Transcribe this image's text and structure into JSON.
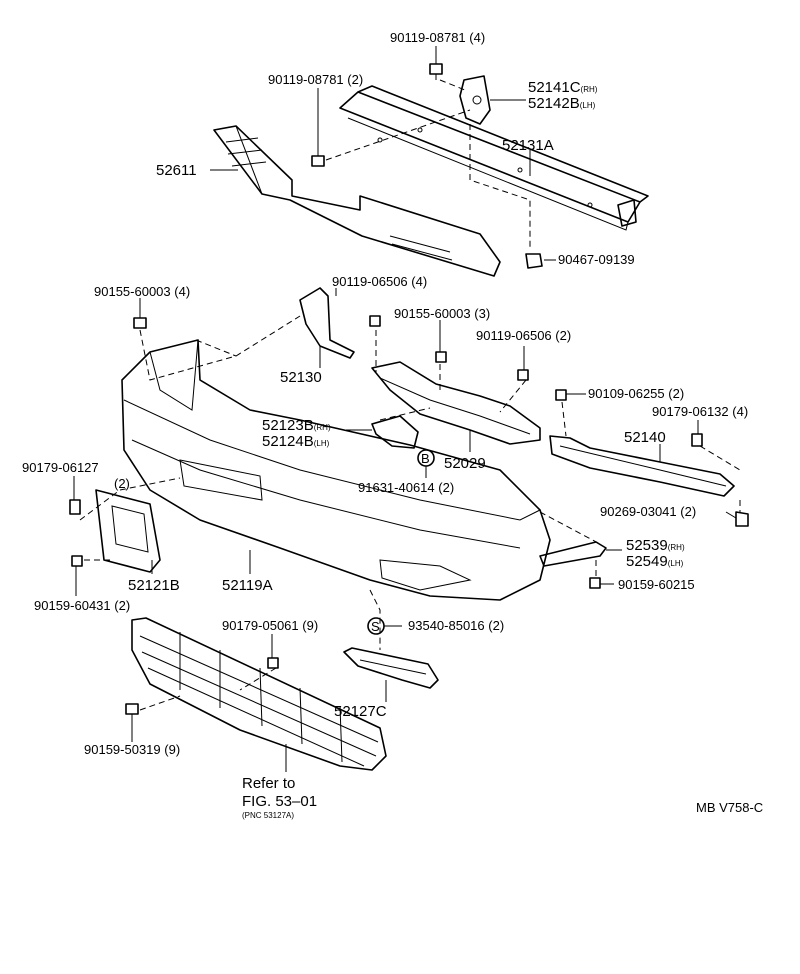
{
  "parts": {
    "p1": "90119-08781",
    "p1_qty": "(4)",
    "p2": "90119-08781",
    "p2_qty": "(2)",
    "p3a": "52141C",
    "p3a_suffix": "(RH)",
    "p3b": "52142B",
    "p3b_suffix": "(LH)",
    "p4": "52131A",
    "p5": "52611",
    "p6": "90467-09139",
    "p7": "90155-60003",
    "p7_qty": "(4)",
    "p8": "90119-06506",
    "p8_qty": "(4)",
    "p9": "90155-60003",
    "p9_qty": "(3)",
    "p10": "52130",
    "p11": "90119-06506",
    "p11_qty": "(2)",
    "p12": "90109-06255",
    "p12_qty": "(2)",
    "p13": "90179-06132",
    "p13_qty": "(4)",
    "p14a": "52123B",
    "p14a_suffix": "(RH)",
    "p14b": "52124B",
    "p14b_suffix": "(LH)",
    "p15": "52140",
    "p16": "52029",
    "p17_circle": "B",
    "p17": "91631-40614",
    "p17_qty": "(2)",
    "p18": "90179-06127",
    "p18_qty": "(2)",
    "p19": "90269-03041",
    "p19_qty": "(2)",
    "p20a": "52539",
    "p20a_suffix": "(RH)",
    "p20b": "52549",
    "p20b_suffix": "(LH)",
    "p21": "52121B",
    "p22": "52119A",
    "p23": "90159-60215",
    "p24": "90159-60431",
    "p24_qty": "(2)",
    "p25": "90179-05061",
    "p25_qty": "(9)",
    "p26_circle": "S",
    "p26": "93540-85016",
    "p26_qty": "(2)",
    "p27": "52127C",
    "p28": "90159-50319",
    "p28_qty": "(9)"
  },
  "refer": {
    "line1": "Refer to",
    "line2": "FIG. 53–01",
    "line3": "(PNC 53127A)"
  },
  "figure_code": "MB V758-C"
}
